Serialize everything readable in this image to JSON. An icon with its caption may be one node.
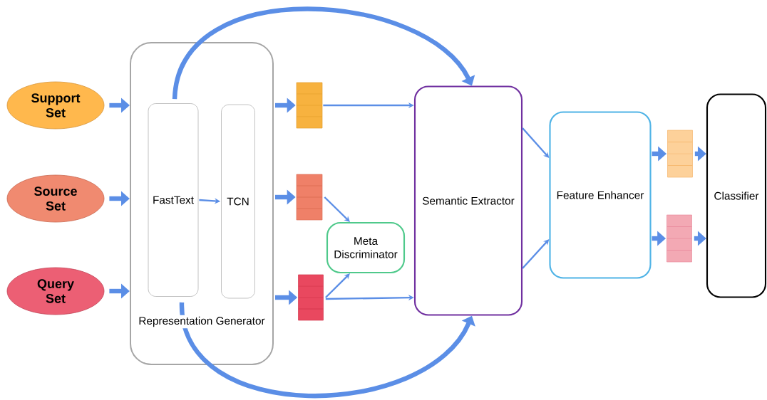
{
  "diagram": {
    "nodes": [
      {
        "text": [
          "Support Set"
        ]
      },
      {
        "text": [
          "Source Set"
        ]
      },
      {
        "text": [
          "Query Set"
        ]
      },
      {
        "text": [
          "Representation Generator"
        ]
      },
      {
        "text": [
          "FastText"
        ],
        "in": 3
      },
      {
        "text": [
          "TCN"
        ],
        "in": 3
      },
      {
        "text": [],
        "shape": "bar"
      },
      {
        "text": [],
        "shape": "bar"
      },
      {
        "text": [],
        "shape": "bar"
      },
      {
        "text": [
          "Meta Discriminator"
        ]
      },
      {
        "text": [
          "Semantic Extractor"
        ]
      },
      {
        "text": [
          "Feature Enhancer"
        ]
      },
      {
        "text": [],
        "shape": "bar"
      },
      {
        "text": [],
        "shape": "bar"
      },
      {
        "text": [
          "Classifier"
        ]
      }
    ],
    "edges": [
      {
        "from": 0,
        "to": 3,
        "arrow": "to"
      },
      {
        "from": 1,
        "to": 3,
        "arrow": "to"
      },
      {
        "from": 2,
        "to": 3,
        "arrow": "to"
      },
      {
        "from": 4,
        "to": 5,
        "arrow": "to"
      },
      {
        "from": 3,
        "to": 6,
        "arrow": "to"
      },
      {
        "from": 3,
        "to": 7,
        "arrow": "to"
      },
      {
        "from": 3,
        "to": 8,
        "arrow": "to"
      },
      {
        "from": 6,
        "to": 10,
        "arrow": "to"
      },
      {
        "from": 7,
        "to": 9,
        "arrow": "to"
      },
      {
        "from": 8,
        "to": 9,
        "arrow": "to"
      },
      {
        "from": 8,
        "to": 10,
        "arrow": "to"
      },
      {
        "from": 4,
        "to": 10,
        "arrow": "to"
      },
      {
        "from": 4,
        "to": 10,
        "arrow": "to"
      },
      {
        "from": 10,
        "to": 11,
        "arrow": "to"
      },
      {
        "from": 10,
        "to": 11,
        "arrow": "to"
      },
      {
        "from": 11,
        "to": 12,
        "arrow": "to"
      },
      {
        "from": 11,
        "to": 13,
        "arrow": "to"
      },
      {
        "from": 12,
        "to": 14,
        "arrow": "to"
      },
      {
        "from": 13,
        "to": 14,
        "arrow": "to"
      }
    ]
  }
}
